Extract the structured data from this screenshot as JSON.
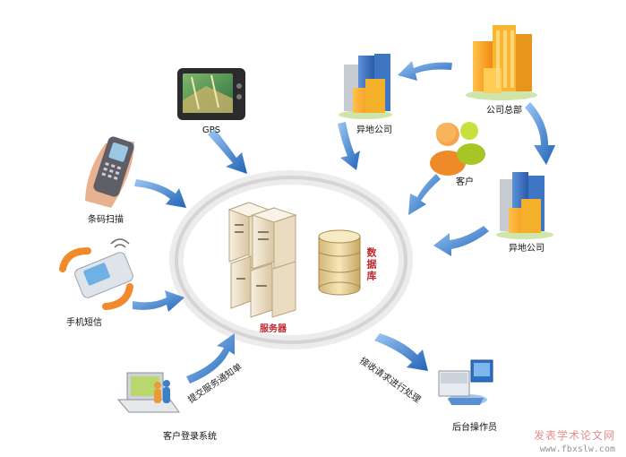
{
  "nodes": {
    "gps": "GPS",
    "barcode": "条码扫描",
    "sms": "手机短信",
    "client_login": "客户登录系统",
    "server": "服务器",
    "database": "数据库",
    "branch_top": "异地公司",
    "headquarters": "公司总部",
    "customer": "客户",
    "branch_right": "异地公司",
    "backend": "后台操作员"
  },
  "edges": {
    "submit_service": "提交服务通知单",
    "receive_request": "接收请求进行处理"
  },
  "watermark": {
    "text": "发表学术论文网",
    "url": "www.fbxslw.com"
  },
  "colors": {
    "arrow_blue": "#2a74c9",
    "ring": "#d9d9d9",
    "label_red": "#c0262d"
  }
}
